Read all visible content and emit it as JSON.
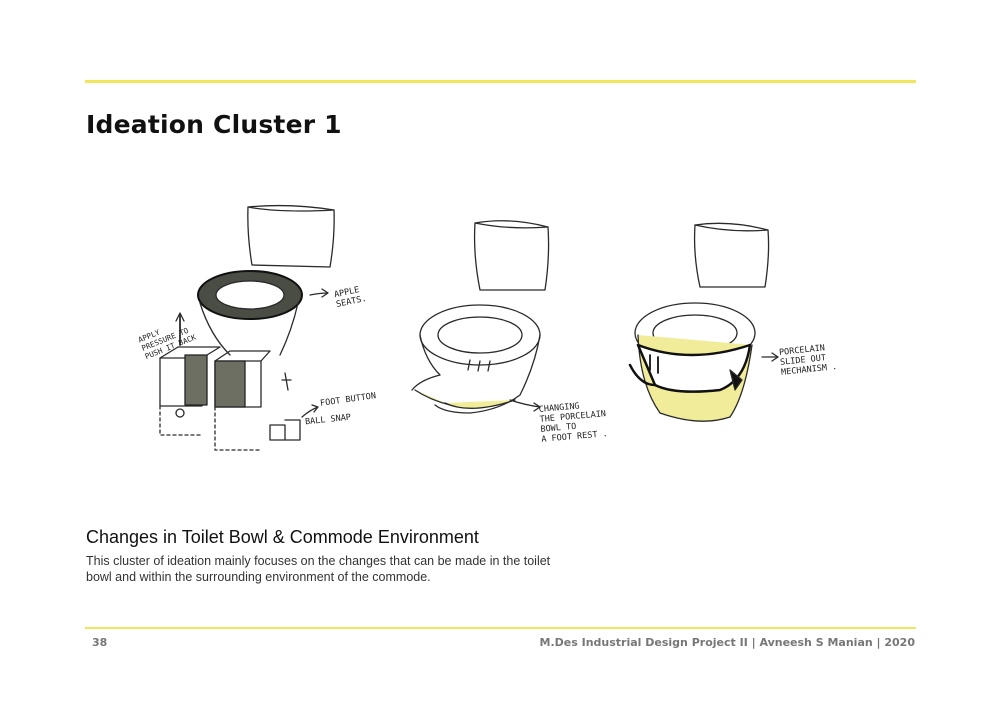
{
  "header": {
    "title": "Ideation Cluster 1"
  },
  "sketches": [
    {
      "name": "toilet-sketch-1",
      "annotations": [
        "APPLE\nSEATS.",
        "APPLY\nPRESSURE TO\nPUSH IT BACK",
        "FOOT BUTTON",
        "BALL SNAP"
      ]
    },
    {
      "name": "toilet-sketch-2",
      "annotations": [
        "CHANGING\nTHE PORCELAIN\nBOWL TO\nA FOOT REST ."
      ]
    },
    {
      "name": "toilet-sketch-3",
      "annotations": [
        "PORCELAIN\nSLIDE OUT\nMECHANISM ."
      ]
    }
  ],
  "section": {
    "heading": "Changes in Toilet Bowl & Commode Environment",
    "body": "This cluster of ideation mainly focuses on the changes that can be made in the toilet bowl and within the surrounding environment of the commode."
  },
  "footer": {
    "page_number": "38",
    "credit": "M.Des Industrial Design Project II | Avneesh S Manian | 2020"
  },
  "colors": {
    "accent_rule": "#f2e55c",
    "marker_yellow": "#f0ec9a",
    "marker_grey": "#6c6f62"
  }
}
